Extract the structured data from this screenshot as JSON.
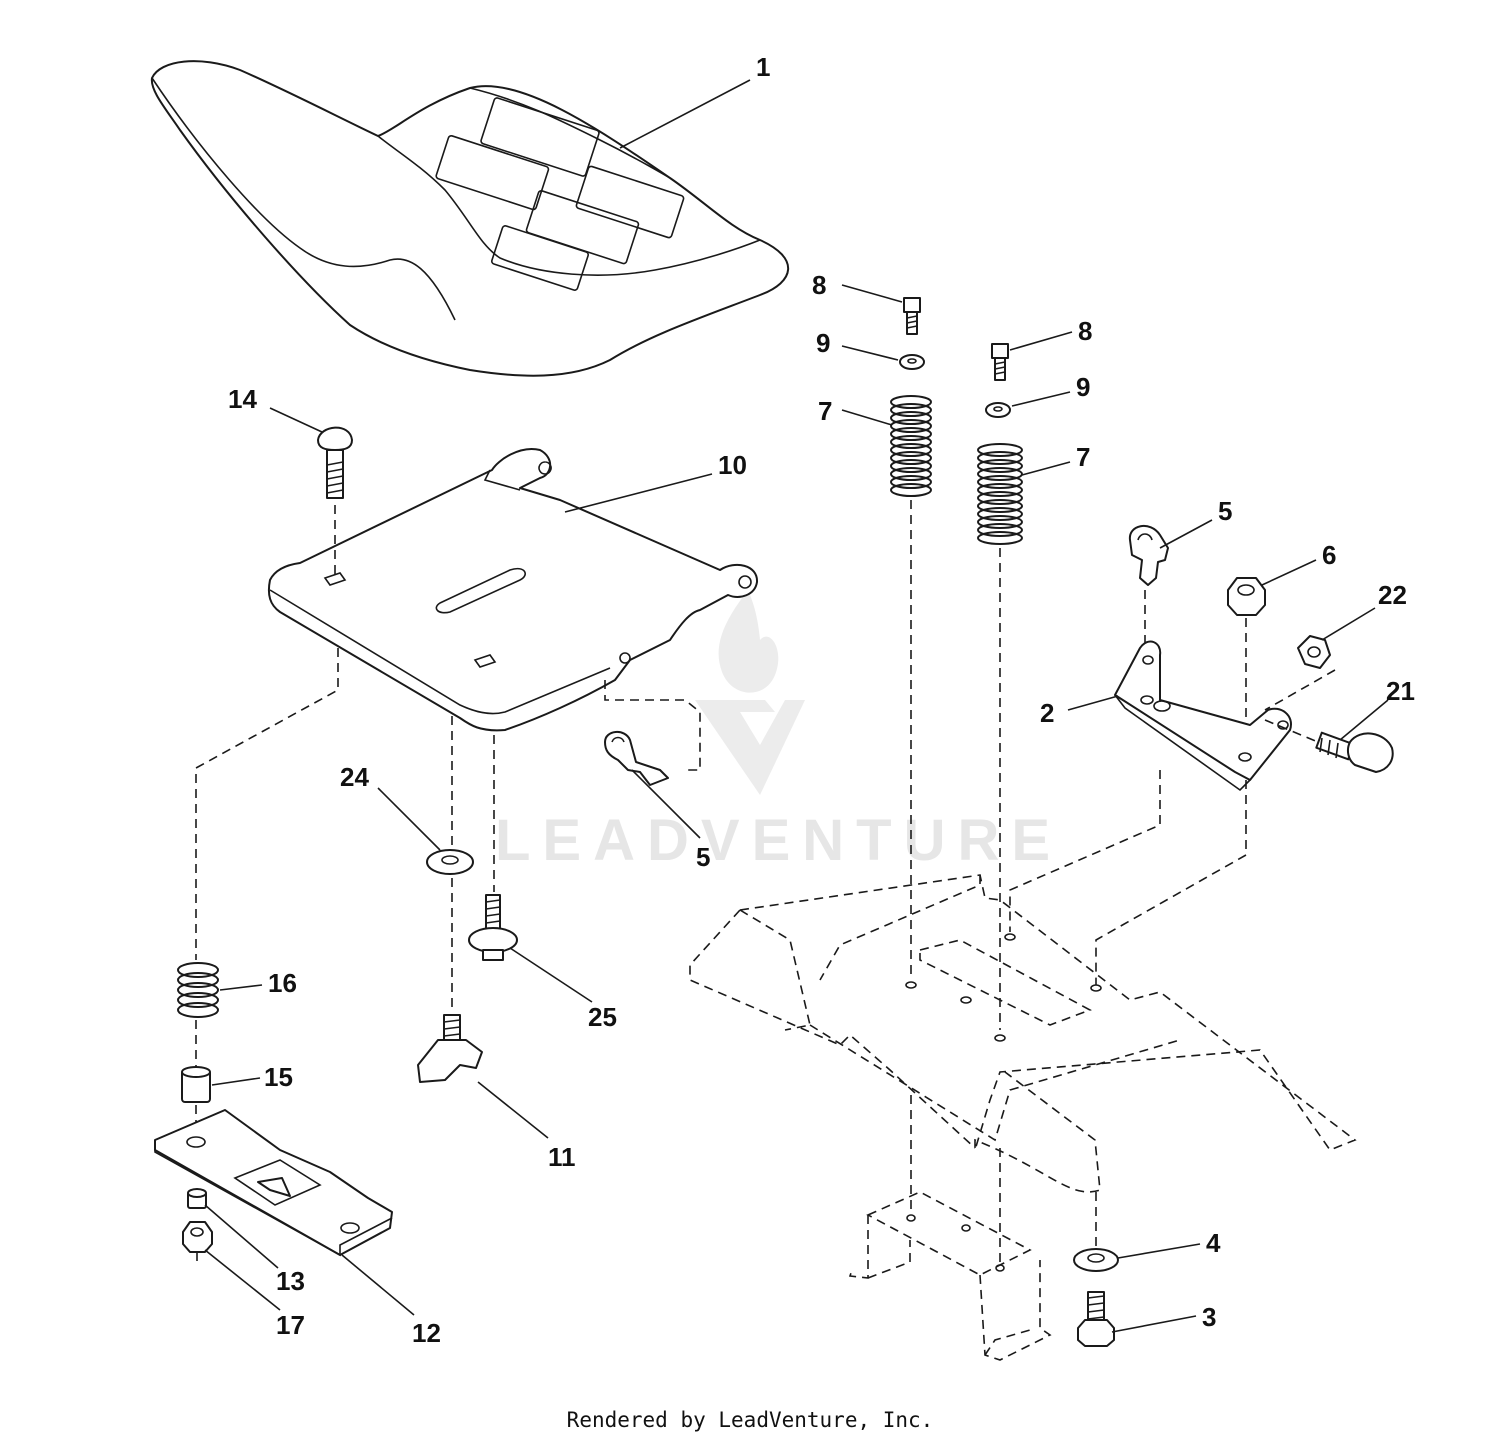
{
  "diagram": {
    "watermark": "LEADVENTURE",
    "callouts": {
      "c1": "1",
      "c2": "2",
      "c3": "3",
      "c4": "4",
      "c5a": "5",
      "c5b": "5",
      "c6": "6",
      "c7a": "7",
      "c7b": "7",
      "c8a": "8",
      "c8b": "8",
      "c9a": "9",
      "c9b": "9",
      "c10": "10",
      "c11": "11",
      "c12": "12",
      "c13": "13",
      "c14": "14",
      "c15": "15",
      "c16": "16",
      "c17": "17",
      "c21": "21",
      "c22": "22",
      "c24": "24",
      "c25": "25"
    }
  },
  "footer": {
    "text": "Rendered by LeadVenture, Inc."
  }
}
